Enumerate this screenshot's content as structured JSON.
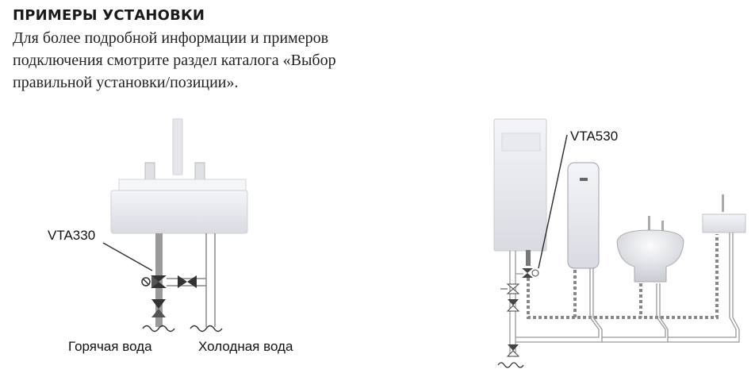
{
  "heading": "ПРИМЕРЫ УСТАНОВКИ",
  "description": "Для более подробной информации и примеров подключения смотрите раздел каталога «Выбор правильной установки/позиции».",
  "diagram_left": {
    "valve_label": "VTA330",
    "hot_label": "Горячая вода",
    "cold_label": "Холодная вода"
  },
  "diagram_right": {
    "valve_label": "VTA530"
  }
}
